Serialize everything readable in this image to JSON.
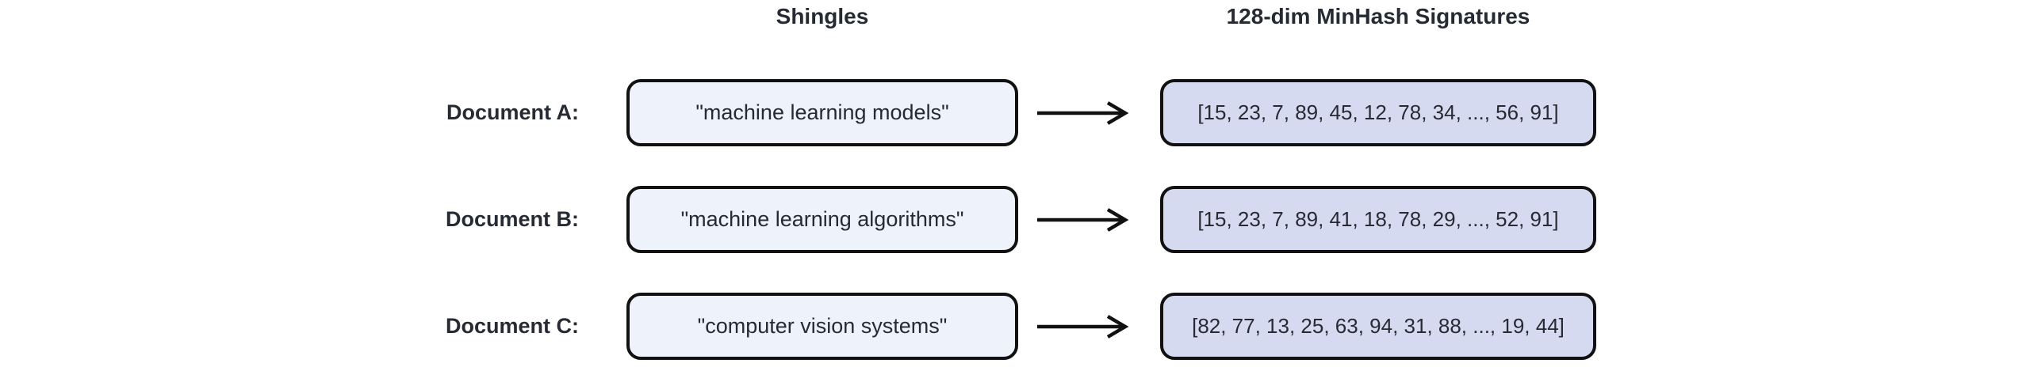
{
  "diagram": {
    "column_headers": {
      "shingles": "Shingles",
      "signatures": "128-dim MinHash Signatures"
    },
    "rows": [
      {
        "label": "Document A:",
        "shingle": "\"machine learning models\"",
        "signature": "[15, 23, 7, 89, 45, 12, 78, 34, ..., 56, 91]"
      },
      {
        "label": "Document B:",
        "shingle": "\"machine learning algorithms\"",
        "signature": "[15, 23, 7, 89, 41, 18, 78, 29, ..., 52, 91]"
      },
      {
        "label": "Document C:",
        "shingle": "\"computer vision systems\"",
        "signature": "[82, 77, 13, 25, 63, 94, 31, 88, ..., 19, 44]"
      }
    ],
    "colors": {
      "shingle_fill": "#edf2fb",
      "signature_fill": "#d6daf0",
      "border": "#111111",
      "text": "#262b33",
      "background": "#ffffff"
    }
  }
}
